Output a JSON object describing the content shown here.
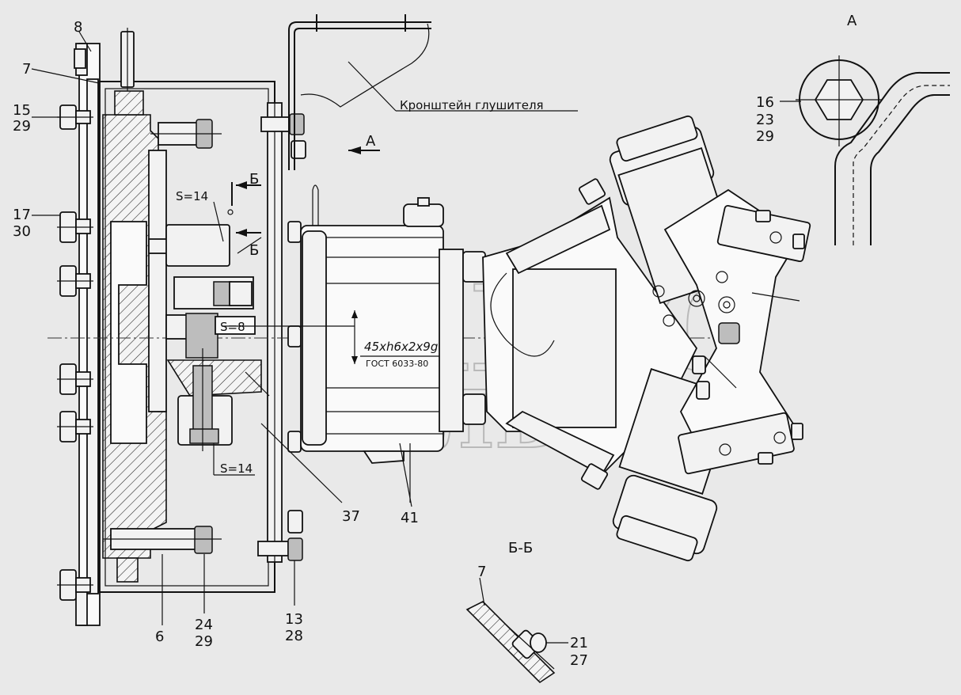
{
  "callouts": {
    "c8": "8",
    "c7_top": "7",
    "c15": "15",
    "c29_left": "29",
    "c17": "17",
    "c30": "30",
    "c6": "6",
    "c24": "24",
    "c29_bottom": "29",
    "c13": "13",
    "c28": "28",
    "c37": "37",
    "c41": "41",
    "c16": "16",
    "c23": "23",
    "c29_view": "29",
    "c7_section": "7",
    "c21": "21",
    "c27": "27"
  },
  "annotations": {
    "bracket_label": "Кронштейн глушителя",
    "view_a_arrow": "А",
    "view_a_title": "А",
    "section_b_upper": "Б",
    "section_b_lower": "Б",
    "section_title": "Б-Б",
    "wrench_s14_upper": "S=14",
    "wrench_s8": "S=8",
    "wrench_s14_lower": "S=14",
    "spline_spec": "45xh6x2x9g",
    "spline_standard": "ГОСТ 6033-80"
  },
  "watermark": {
    "line1": "АВТО",
    "line2": "АЛЬЯНС"
  },
  "colors": {
    "background": "#e9e9e9",
    "ink": "#111111",
    "watermark": "#9a9a9a"
  }
}
